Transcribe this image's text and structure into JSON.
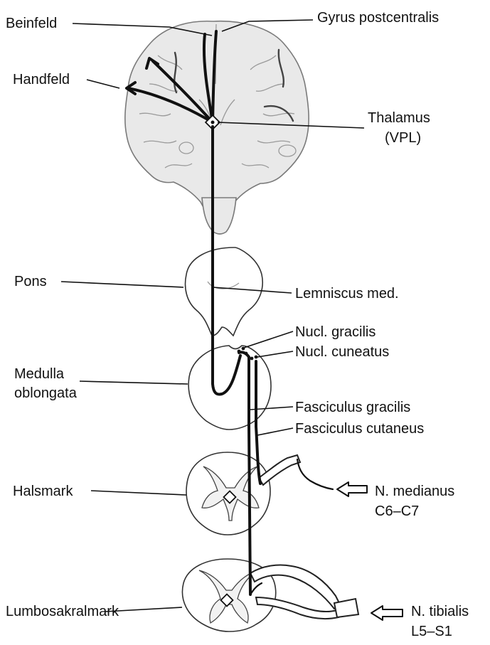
{
  "labels": {
    "beinfeld": "Beinfeld",
    "handfeld": "Handfeld",
    "gyrus_postcentralis": "Gyrus postcentralis",
    "thalamus_line1": "Thalamus",
    "thalamus_line2": "(VPL)",
    "pons": "Pons",
    "lemniscus_med": "Lemniscus med.",
    "nucl_gracilis": "Nucl. gracilis",
    "nucl_cuneatus": "Nucl. cuneatus",
    "medulla_line1": "Medulla",
    "medulla_line2": "oblongata",
    "fasciculus_gracilis": "Fasciculus gracilis",
    "fasciculus_cutaneus": "Fasciculus cutaneus",
    "halsmark": "Halsmark",
    "n_medianus": "N. medianus",
    "n_medianus_segments": "C6–C7",
    "lumbosakralmark": "Lumbosakralmark",
    "n_tibialis": "N. tibialis",
    "n_tibialis_segments": "L5–S1"
  }
}
